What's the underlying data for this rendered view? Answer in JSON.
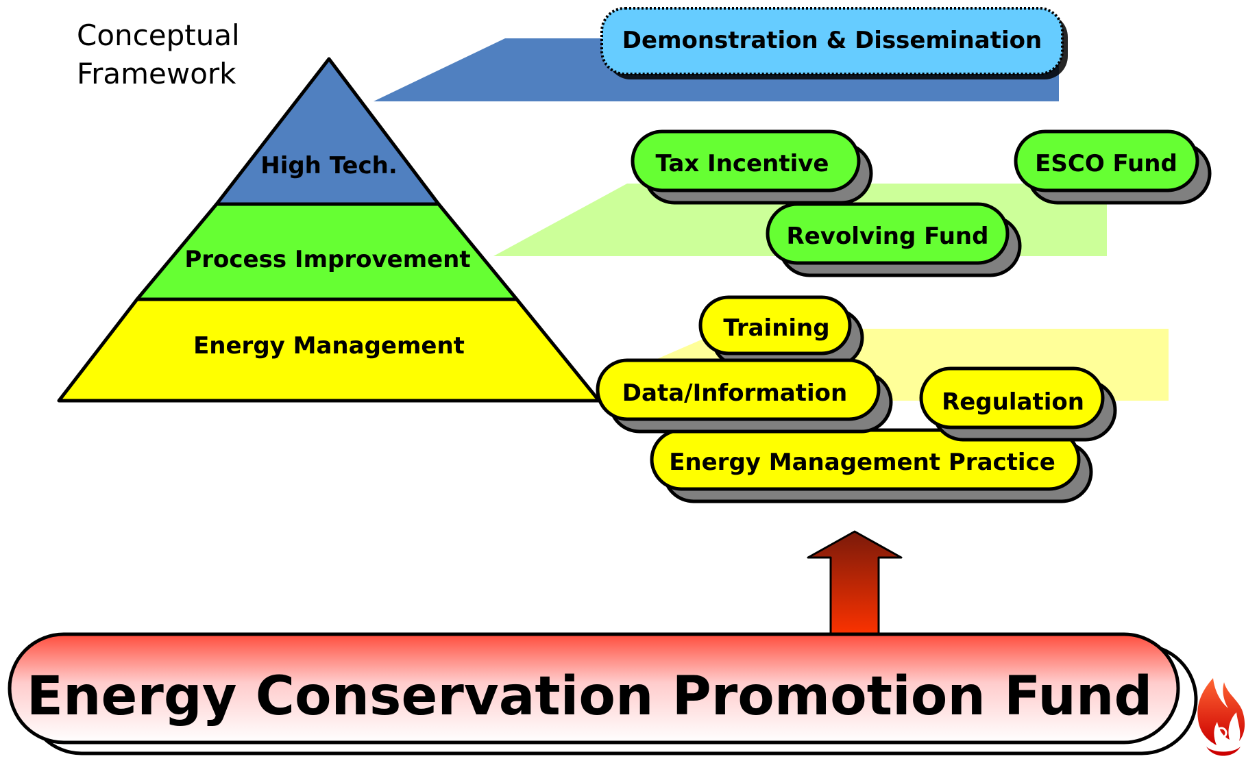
{
  "framework_title_line1": "Conceptual",
  "framework_title_line2": "Framework",
  "pyramid": {
    "top": "High Tech.",
    "middle": "Process Improvement",
    "bottom": "Energy Management"
  },
  "top_box": "Demonstration & Dissemination",
  "green_boxes": {
    "tax": "Tax Incentive",
    "esco": "ESCO Fund",
    "revolving": "Revolving Fund"
  },
  "yellow_boxes": {
    "training": "Training",
    "data": "Data/Information",
    "regulation": "Regulation",
    "practice": "Energy Management Practice"
  },
  "fund_banner": "Energy Conservation Promotion Fund",
  "colors": {
    "blue": "#5080c0",
    "light_blue": "#66ccff",
    "green": "#66ff33",
    "light_green": "#ccff99",
    "yellow": "#ffff00",
    "light_yellow": "#ffff99",
    "shadow": "#808080",
    "red": "#ff3300"
  }
}
